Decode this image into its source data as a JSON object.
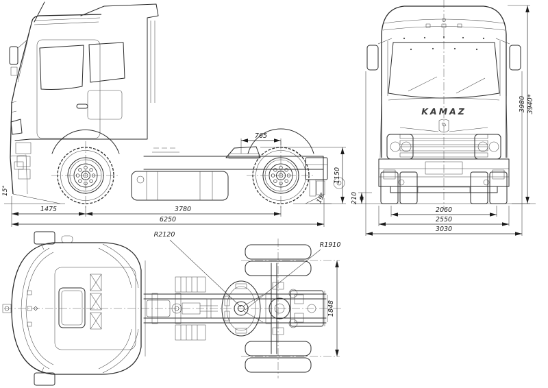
{
  "drawing": {
    "brand": "KAMAZ",
    "dimensions": {
      "side_view": {
        "fifth_wheel_lead": "765",
        "fifth_wheel_height": "1150",
        "approach_angle": "15°",
        "departure_angle": "19°",
        "front_overhang": "1475",
        "wheelbase": "3780",
        "overall_length": "6250"
      },
      "front_view": {
        "ground_clearance": "210",
        "front_track": "2060",
        "overall_width": "2550",
        "width_over_mirrors": "3030",
        "overall_height": "3980",
        "cab_height": "3940*"
      },
      "top_view": {
        "front_swing_radius": "R2120",
        "rear_swing_radius": "R1910",
        "rear_track": "1848"
      }
    }
  }
}
